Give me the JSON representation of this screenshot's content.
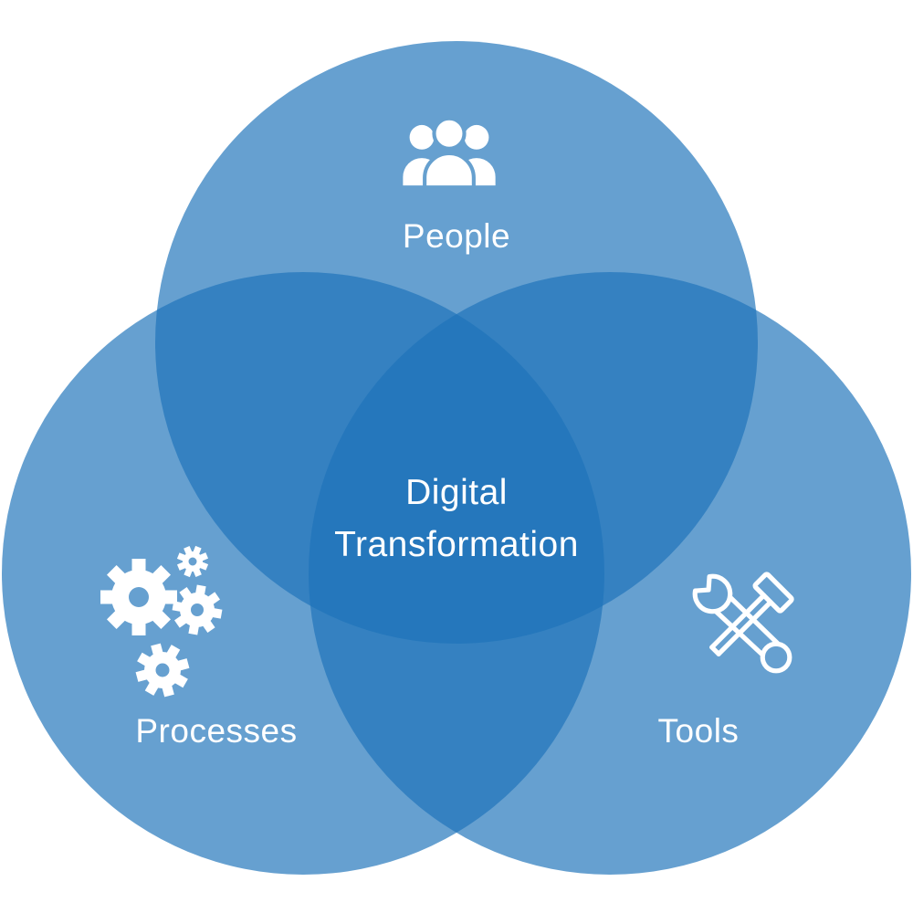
{
  "diagram": {
    "type": "venn-3",
    "center": {
      "line1": "Digital",
      "line2": "Transformation"
    },
    "sets": [
      {
        "id": "people",
        "label": "People",
        "icon": "people-icon",
        "position": "top"
      },
      {
        "id": "processes",
        "label": "Processes",
        "icon": "gears-icon",
        "position": "bottom-left"
      },
      {
        "id": "tools",
        "label": "Tools",
        "icon": "wrench-hammer-icon",
        "position": "bottom-right"
      }
    ],
    "colors": {
      "background": "#ffffff",
      "circle_base": "#1e73b9",
      "single_region": "#66a0cf",
      "double_region": "#3581c0",
      "triple_region": "#2578bb",
      "text": "#ffffff",
      "icon": "#ffffff"
    }
  }
}
